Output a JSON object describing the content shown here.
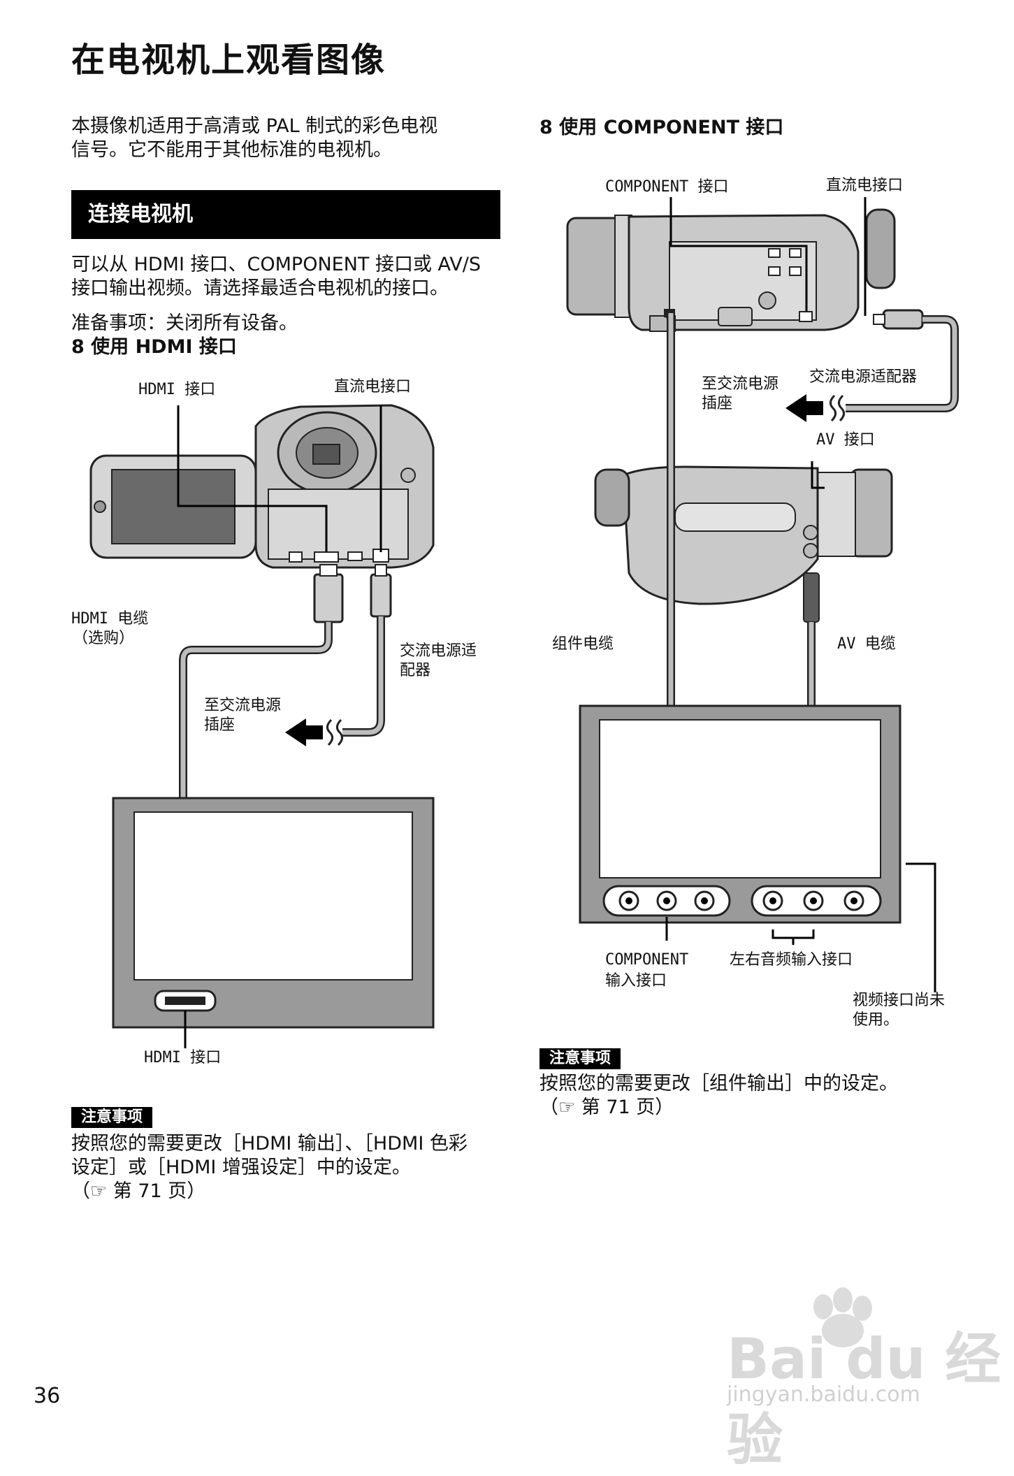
{
  "page": {
    "title": "在电视机上观看图像",
    "intro_line1": "本摄像机适用于高清或 PAL 制式的彩色电视",
    "intro_line2": "信号。它不能用于其他标准的电视机。",
    "section_bar": "连接电视机",
    "para_line1": "可以从 HDMI 接口、COMPONENT 接口或 AV/S",
    "para_line2": "接口输出视频。请选择最适合电视机的接口。",
    "prep": "准备事项：关闭所有设备。",
    "step_hdmi": "8  使用 HDMI 接口",
    "step_component": "8  使用 COMPONENT 接口",
    "page_number": "36"
  },
  "left_diagram": {
    "hdmi_port_top": "HDMI 接口",
    "dc_port": "直流电接口",
    "hdmi_cable_1": "HDMI 电缆",
    "hdmi_cable_2": "（选购）",
    "ac_adapter_1": "交流电源适",
    "ac_adapter_2": "配器",
    "to_outlet_1": "至交流电源",
    "to_outlet_2": "插座",
    "hdmi_port_bottom": "HDMI 接口"
  },
  "right_diagram": {
    "component_port": "COMPONENT 接口",
    "dc_port": "直流电接口",
    "to_outlet_1": "至交流电源",
    "to_outlet_2": "插座",
    "ac_adapter": "交流电源适配器",
    "av_port": "AV 接口",
    "component_cable": "组件电缆",
    "av_cable": "AV 电缆",
    "component_input_1": "COMPONENT",
    "component_input_2": "输入接口",
    "audio_input": "左右音频输入接口",
    "video_unused_1": "视频接口尚未",
    "video_unused_2": "使用。"
  },
  "notes": {
    "badge": "注意事项",
    "left_line1": "按照您的需要更改［HDMI 输出］、［HDMI 色彩",
    "left_line2": "设定］或［HDMI 增强设定］中的设定。",
    "left_line3": "（☞ 第 71 页）",
    "right_line1": "按照您的需要更改［组件输出］中的设定。",
    "right_line2": "（☞ 第 71 页）"
  },
  "watermark": {
    "brand": "Bai du 经验",
    "url": "jingyan.baidu.com"
  }
}
